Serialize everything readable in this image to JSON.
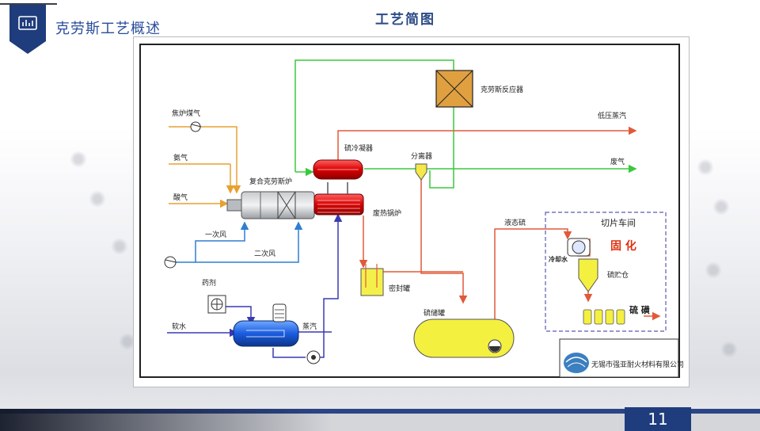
{
  "header": {
    "section_title": "克劳斯工艺概述",
    "diagram_title": "工艺简图"
  },
  "diagram": {
    "labels": {
      "coke_oven_gas": "焦炉煤气",
      "ammonia": "氨气",
      "acid_gas": "酸气",
      "primary_air": "一次风",
      "secondary_air": "二次风",
      "composite_furnace": "复合克劳斯炉",
      "sulfur_condenser": "硫冷凝器",
      "separator": "分离器",
      "claus_reactor": "克劳斯反应器",
      "low_pressure_steam": "低压蒸汽",
      "tail_gas": "废气",
      "waste_heat_boiler": "废热锅炉",
      "seal_tank": "密封罐",
      "chemicals": "药剂",
      "soft_water": "软水",
      "steam": "蒸汽",
      "sulfur_storage_tank": "硫储罐",
      "liquid_sulfur": "液态硫",
      "slicing_workshop": "切片车间",
      "solidification": "固 化",
      "cooling_water": "冷却水",
      "sulfur_silo": "硫贮仓",
      "sulfur_product": "硫 磺",
      "company": "无锡市强亚耐火材料有限公司"
    },
    "colors": {
      "gas_line": "#e8a030",
      "air_line": "#2e7fd0",
      "process_line": "#e05a3a",
      "green_line": "#3cc83c",
      "water_line": "#3a3ab4",
      "workshop_border": "#5a5ab0",
      "solid_text": "#e03010"
    }
  },
  "footer": {
    "page_number": "11"
  }
}
